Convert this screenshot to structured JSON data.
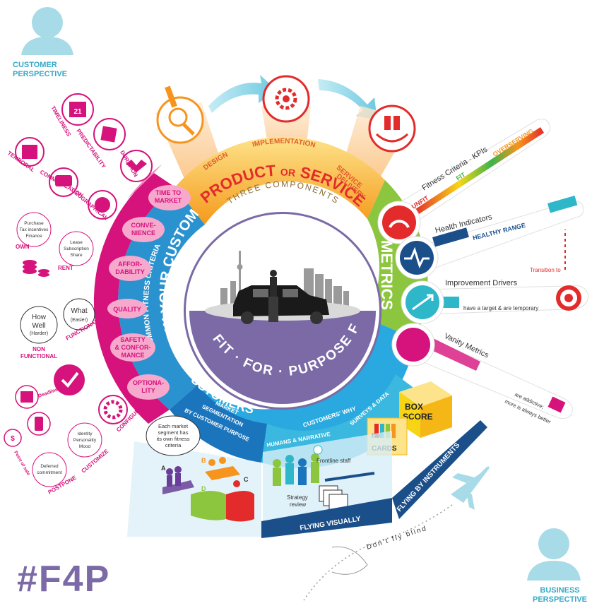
{
  "perspectives": {
    "customer_line1": "CUSTOMER",
    "customer_line2": "PERSPECTIVE",
    "business_line1": "BUSINESS",
    "business_line2": "PERSPECTIVE"
  },
  "hashtag": "#F4P",
  "center": {
    "fit": "FIT",
    "for": "FOR",
    "purpose": "PURPOSE",
    "framework": "FRAMEWORK"
  },
  "product": {
    "title_1": "PRODUCT",
    "title_or": "OR",
    "title_2": "SERVICE",
    "subtitle": "THREE COMPONENTS",
    "design": "DESIGN",
    "implementation": "IMPLEMENTATION",
    "service_1": "SERVICE",
    "service_2": "DELIVERY"
  },
  "metrics": {
    "title": "METRICS",
    "fitness": "Fitness Criteria · KPIs",
    "unfit": "UNFIT",
    "fit": "FIT",
    "overserving": "OVERSERVING",
    "health": "Health Indicators",
    "healthy_range": "HEALTHY RANGE",
    "transition": "Transition to",
    "improvement": "Improvement Drivers",
    "target_text": "have a target & are temporary",
    "vanity": "Vanity Metrics",
    "vanity_1": "are addictive;",
    "vanity_2": "more is always better"
  },
  "know": {
    "title": "KNOW YOUR CUSTOMERS",
    "criteria": "COMMON FITNESS CRITERIA",
    "items": [
      "TIME TO MARKET",
      "CONVE-NIENCE",
      "AFFOR-DABILITY",
      "QUALITY",
      "SAFETY & CONFOR-MANCE",
      "OPTIONA-LITY"
    ]
  },
  "left": {
    "timeliness": "TIMELINESS",
    "predictability": "PREDICTABILITY",
    "duration": "DURATION",
    "calendar_num": "21",
    "temporal": "TEMPORAL",
    "communication": "COMMUNICATION",
    "geographical": "GEOGRAPHICAL",
    "own": "OWN",
    "rent": "RENT",
    "purchase": [
      "Purchase",
      "Tax incentives",
      "Finance"
    ],
    "lease": [
      "Lease",
      "Subscription",
      "Share"
    ],
    "how_well_1": "How",
    "how_well_2": "Well",
    "how_well_3": "(Harder)",
    "what_1": "What",
    "what_2": "(Easier)",
    "non_functional_1": "NON",
    "non_functional_2": "FUNCTIONAL",
    "functional": "FUNCTIONAL",
    "deadline": "Deadline",
    "configure": "CONFIGURE",
    "customize": "CUSTOMIZE",
    "postpone": "POSTPONE",
    "point_of_sale": "Point of sale",
    "identity": [
      "Identity",
      "Personality",
      "Mood"
    ],
    "deferred": [
      "Deferred",
      "commitment"
    ]
  },
  "segmentation": {
    "title_1": "MARKET",
    "title_2": "SEGMENTATION",
    "title_3": "BY CUSTOMER PURPOSE",
    "bubble": [
      "Each market",
      "segment has",
      "its own fitness",
      "criteria"
    ],
    "a": "A",
    "b": "B",
    "c": "C",
    "d": "D"
  },
  "why": {
    "title": "CUSTOMERS' WHY",
    "humans": "HUMANS & NARRATIVE",
    "surveys": "SURVEYS & DATA",
    "frontline": "Frontline staff",
    "strategy_1": "Strategy",
    "strategy_2": "review",
    "flying_visually": "FLYING VISUALLY",
    "flying_instruments": "FLYING BY INSTRUMENTS",
    "box_1": "BOX",
    "box_2": "SCORE",
    "cards_1": "F4P",
    "cards_2": "CARDS",
    "dont_fly": "Don't fly blind"
  },
  "colors": {
    "orange": "#f5a623",
    "green": "#8cc63f",
    "magenta": "#d6127c",
    "blue": "#1b75bc",
    "purple": "#7b6aa6",
    "red": "#e32b2b",
    "teal": "#2eb6c9"
  }
}
